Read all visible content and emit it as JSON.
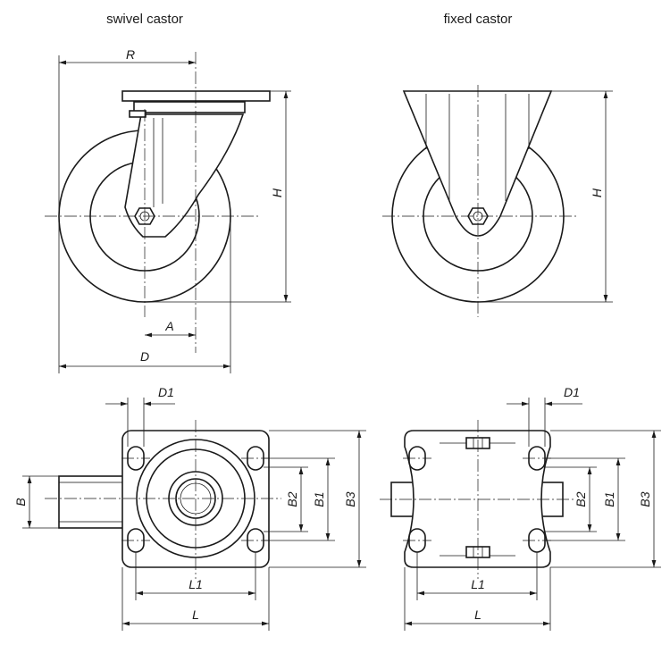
{
  "titles": {
    "swivel": "swivel castor",
    "fixed": "fixed castor"
  },
  "dimensions": {
    "R": "R",
    "H": "H",
    "A": "A",
    "D": "D",
    "D1": "D1",
    "B": "B",
    "B1": "B1",
    "B2": "B2",
    "B3": "B3",
    "L": "L",
    "L1": "L1"
  },
  "colors": {
    "line": "#1a1a1a",
    "background": "#ffffff"
  }
}
